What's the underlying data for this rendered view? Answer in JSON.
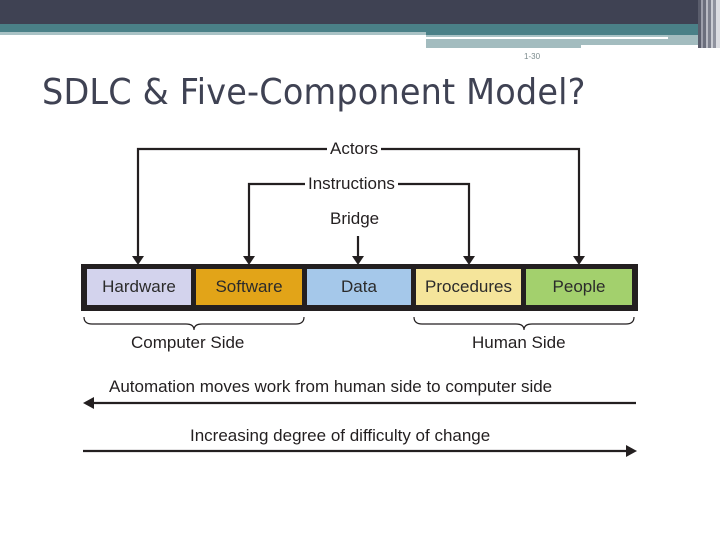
{
  "slide": {
    "page_number": "1-30",
    "title": "SDLC & Five-Component Model?"
  },
  "diagram": {
    "connectors": {
      "actors": "Actors",
      "instructions": "Instructions",
      "bridge": "Bridge"
    },
    "components": [
      {
        "label": "Hardware",
        "color": "#d3d3ed"
      },
      {
        "label": "Software",
        "color": "#e2a418"
      },
      {
        "label": "Data",
        "color": "#a5c8ea"
      },
      {
        "label": "Procedures",
        "color": "#f5e59b"
      },
      {
        "label": "People",
        "color": "#a3d06d"
      }
    ],
    "groups": {
      "computer_side": "Computer Side",
      "human_side": "Human Side"
    },
    "arrows": {
      "automation": "Automation moves work from human side to computer side",
      "difficulty": "Increasing degree of difficulty of change"
    },
    "bar_color": "#231f20"
  },
  "theme": {
    "header_dark": "#3f4253",
    "header_teal": "#4a8087",
    "header_light": "#a9c2c5",
    "title_color": "#3f4253"
  }
}
